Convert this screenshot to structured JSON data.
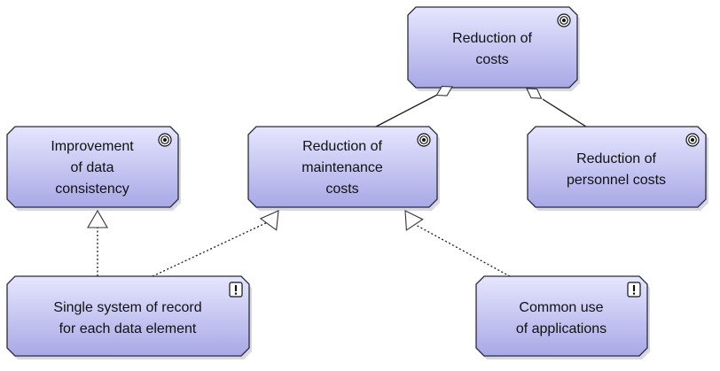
{
  "colors": {
    "box_top": "#e6e6ff",
    "box_bottom": "#a8a8e6",
    "border": "#2a2a3a",
    "edge": "#1a1a1a"
  },
  "nodes": {
    "reduction_of_costs": {
      "lines": [
        "Reduction of",
        "costs"
      ],
      "icon": "goal-icon"
    },
    "improvement_data_consistency": {
      "lines": [
        "Improvement",
        "of data",
        "consistency"
      ],
      "icon": "goal-icon"
    },
    "reduction_maintenance_costs": {
      "lines": [
        "Reduction of",
        "maintenance",
        "costs"
      ],
      "icon": "goal-icon"
    },
    "reduction_personnel_costs": {
      "lines": [
        "Reduction of",
        "personnel costs"
      ],
      "icon": "goal-icon"
    },
    "single_system_of_record": {
      "lines": [
        "Single system of record",
        "for each data element"
      ],
      "icon": "principle-icon"
    },
    "common_use_of_applications": {
      "lines": [
        "Common use",
        "of applications"
      ],
      "icon": "principle-icon"
    }
  },
  "edges": [
    {
      "from": "reduction_maintenance_costs",
      "to": "reduction_of_costs",
      "relation": "aggregation"
    },
    {
      "from": "reduction_personnel_costs",
      "to": "reduction_of_costs",
      "relation": "aggregation"
    },
    {
      "from": "single_system_of_record",
      "to": "improvement_data_consistency",
      "relation": "realization"
    },
    {
      "from": "single_system_of_record",
      "to": "reduction_maintenance_costs",
      "relation": "realization"
    },
    {
      "from": "common_use_of_applications",
      "to": "reduction_maintenance_costs",
      "relation": "realization"
    }
  ]
}
